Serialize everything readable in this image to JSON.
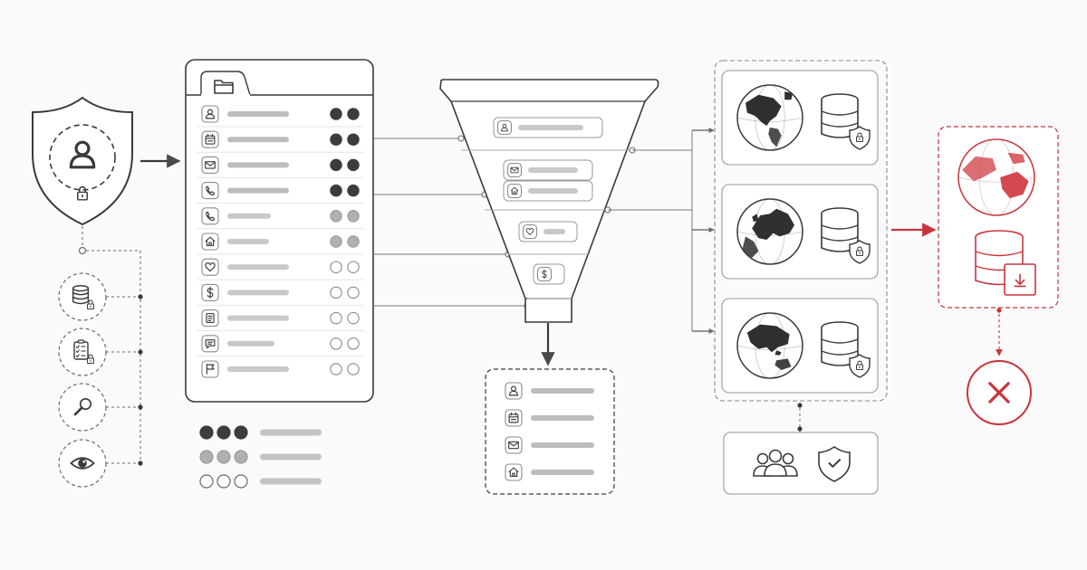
{
  "colors": {
    "ink": "#3a3a3a",
    "line": "#6a6a6a",
    "muted": "#b8b8b8",
    "light": "#d6d6d6",
    "panel": "#ffffff",
    "dark_dot": "#3c3c3c",
    "mid_dot": "#b0b0b0",
    "accent": "#c9343c",
    "accent_fill": "#d24a50"
  },
  "shield_user": {
    "icon": "user-icon",
    "badge": "lock-icon"
  },
  "controls": [
    {
      "icon": "database-lock-icon"
    },
    {
      "icon": "checklist-lock-icon"
    },
    {
      "icon": "magnifier-icon"
    },
    {
      "icon": "eye-icon"
    }
  ],
  "record_panel": {
    "tab_icon": "folder-icon",
    "rows": [
      {
        "icon": "user-icon",
        "sensitivity": "high"
      },
      {
        "icon": "calendar-icon",
        "sensitivity": "high"
      },
      {
        "icon": "mail-icon",
        "sensitivity": "high"
      },
      {
        "icon": "phone-icon",
        "sensitivity": "high"
      },
      {
        "icon": "phone-icon",
        "sensitivity": "medium"
      },
      {
        "icon": "home-icon",
        "sensitivity": "medium"
      },
      {
        "icon": "heart-icon",
        "sensitivity": "low"
      },
      {
        "icon": "dollar-icon",
        "sensitivity": "low"
      },
      {
        "icon": "document-icon",
        "sensitivity": "low"
      },
      {
        "icon": "chat-icon",
        "sensitivity": "low"
      },
      {
        "icon": "flag-icon",
        "sensitivity": "low"
      }
    ]
  },
  "legend": [
    {
      "level": "high"
    },
    {
      "level": "medium"
    },
    {
      "level": "low"
    }
  ],
  "funnel": {
    "chips": [
      {
        "icon": "user-icon"
      },
      {
        "icon": "mail-icon"
      },
      {
        "icon": "home-icon"
      },
      {
        "icon": "heart-icon"
      },
      {
        "icon": "dollar-icon"
      }
    ]
  },
  "minimized_output": {
    "rows": [
      {
        "icon": "user-icon"
      },
      {
        "icon": "calendar-icon"
      },
      {
        "icon": "mail-icon"
      },
      {
        "icon": "home-icon"
      }
    ]
  },
  "regions": [
    {
      "icon": "globe-americas-icon",
      "store": "database-shield-icon"
    },
    {
      "icon": "globe-europe-icon",
      "store": "database-shield-icon"
    },
    {
      "icon": "globe-asia-icon",
      "store": "database-shield-icon"
    }
  ],
  "governance": {
    "icons": [
      "team-icon",
      "shield-check-icon"
    ]
  },
  "blocked": {
    "globe": "globe-red-icon",
    "store": "database-download-icon",
    "result": "x-circle-icon"
  }
}
